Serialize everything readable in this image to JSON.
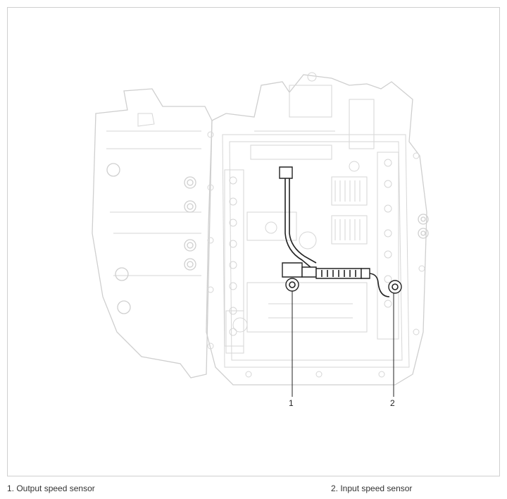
{
  "callouts": [
    {
      "number": "1"
    },
    {
      "number": "2"
    }
  ],
  "legend": [
    {
      "text": "1. Output speed sensor"
    },
    {
      "text": "2. Input speed sensor"
    }
  ]
}
